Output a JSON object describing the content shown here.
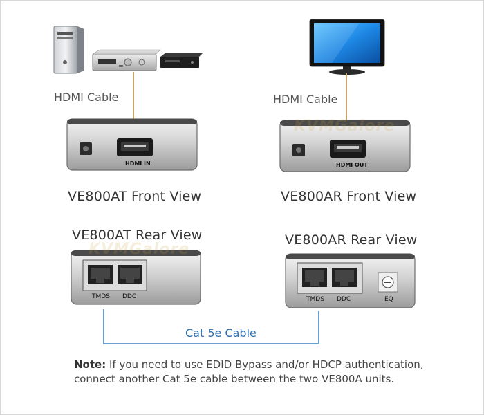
{
  "labels": {
    "hdmi_cable_left": "HDMI Cable",
    "hdmi_cable_right": "HDMI Cable",
    "front_view_tx": "VE800AT Front View",
    "front_view_rx": "VE800AR Front View",
    "rear_view_tx": "VE800AT Rear View",
    "rear_view_rx": "VE800AR Rear View",
    "cat5e_cable": "Cat 5e Cable"
  },
  "ports": {
    "hdmi_in": "HDMI IN",
    "hdmi_out": "HDMI OUT",
    "tmds_tx": "TMDS",
    "ddc_tx": "DDC",
    "tmds_rx": "TMDS",
    "ddc_rx": "DDC",
    "eq": "EQ"
  },
  "watermark": "KVMGalore",
  "note": {
    "prefix": "Note:",
    "text": "If you need to use EDID Bypass and/or HDCP authentication, connect another Cat 5e cable between the two VE800A units."
  },
  "colors": {
    "cable_hdmi": "#c8a46a",
    "cable_cat5e": "#6f9fd0",
    "cat5e_text": "#2c6fb0"
  }
}
